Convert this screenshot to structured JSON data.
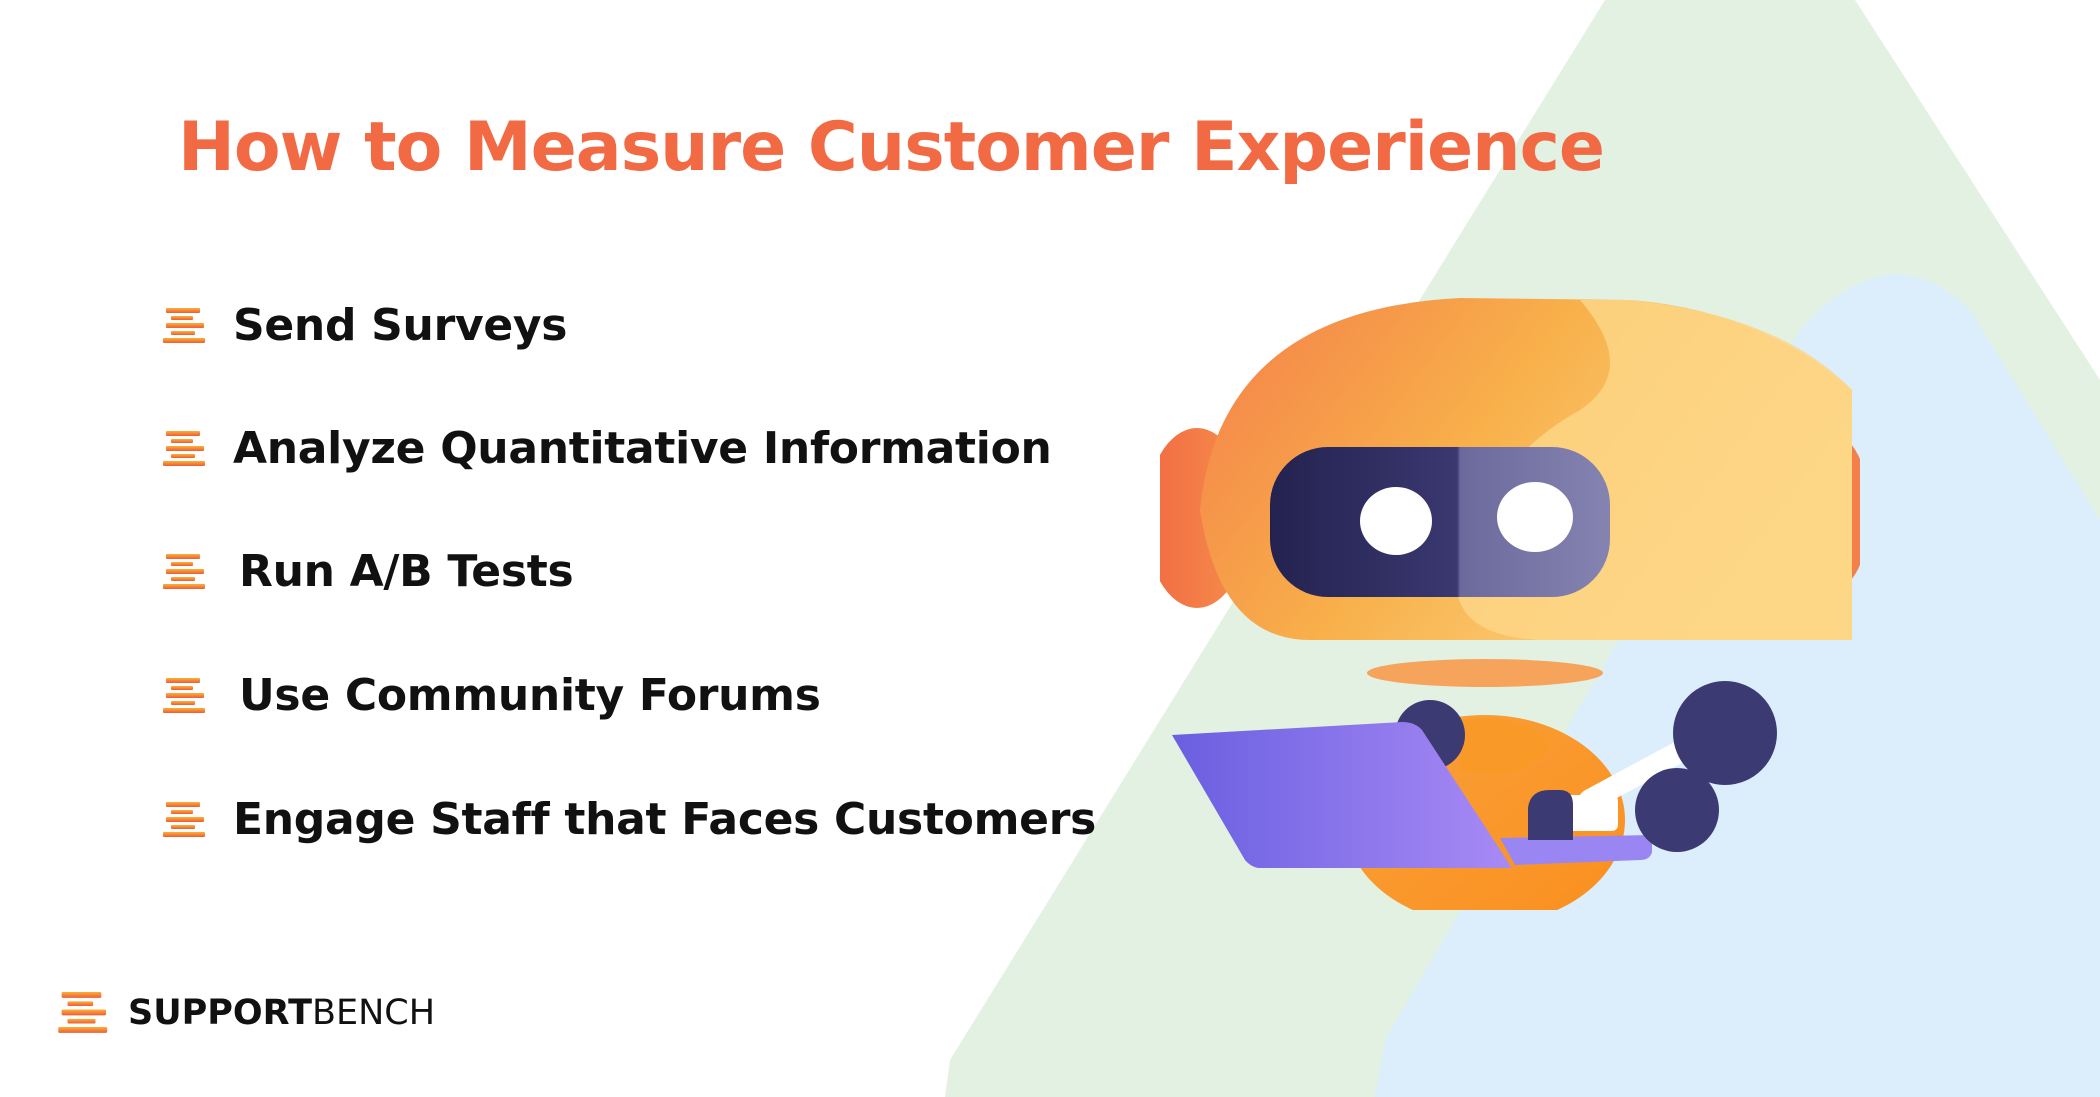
{
  "title": "How to Measure Customer Experience",
  "items": [
    {
      "label": "Send Surveys"
    },
    {
      "label": "Analyze Quantitative Information"
    },
    {
      "label": "Run A/B Tests"
    },
    {
      "label": "Use Community Forums"
    },
    {
      "label": "Engage Staff that Faces Customers"
    }
  ],
  "brand": {
    "bold": "SUPPORT",
    "light": "BENCH"
  },
  "colors": {
    "title": "#f26a43",
    "text": "#111111",
    "green_shape": "#e2f1e2",
    "blue_shape": "#dcedfb",
    "robot_orange": "#f7a23c",
    "robot_yellow": "#fdd07a",
    "visor": "#2b2a5a",
    "laptop": "#8b7cf0"
  },
  "icons": {
    "bullet": "supportbench-logo-icon",
    "illustration": "robot-with-laptop"
  }
}
